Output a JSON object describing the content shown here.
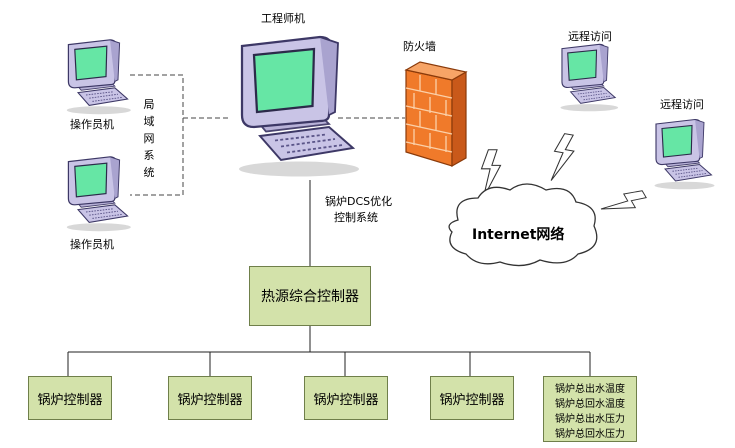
{
  "labels": {
    "engineer": "工程师机",
    "firewall": "防火墙",
    "remote_1": "远程访问",
    "remote_2": "远程访问",
    "operator_1": "操作员机",
    "operator_2": "操作员机",
    "lan": "局域网系统",
    "dcs_line1": "锅炉DCS优化",
    "dcs_line2": "控制系统",
    "internet": "Internet网络"
  },
  "main_controller": "热源综合控制器",
  "boiler_controllers": [
    "锅炉控制器",
    "锅炉控制器",
    "锅炉控制器",
    "锅炉控制器"
  ],
  "measurements": [
    "锅炉总出水温度",
    "锅炉总回水温度",
    "锅炉总出水压力",
    "锅炉总回水压力"
  ],
  "colors": {
    "box_fill": "#d3e2aa",
    "box_border": "#6f7f4a",
    "screen": "#66e6a5",
    "monitor_body": "#c9c4e6",
    "firewall": "#f07a2a"
  }
}
